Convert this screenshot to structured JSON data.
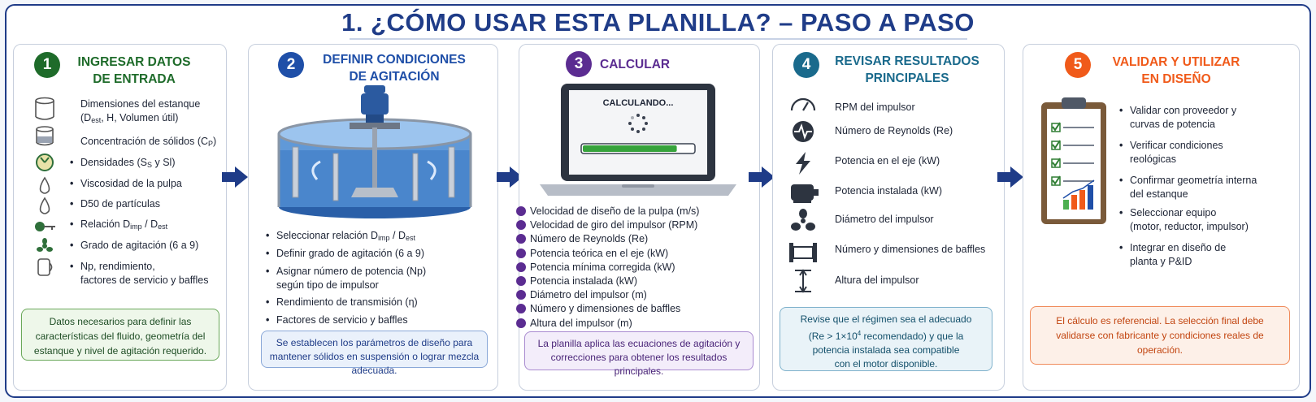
{
  "title": "1. ¿CÓMO USAR ESTA PLANILLA? – PASO A PASO",
  "colors": {
    "navy": "#1f3c88",
    "green": "#1e6b2a",
    "blue": "#1f4fa8",
    "purple": "#5b2c91",
    "teal": "#1a6a8c",
    "orange": "#f05a1a"
  },
  "steps": [
    {
      "num": "1",
      "title_l1": "INGRESAR DATOS",
      "title_l2": "DE ENTRADA",
      "items": [
        {
          "icon": "tank-dimensions-icon",
          "l1": "Dimensiones del estanque",
          "l2a": "(D",
          "l2sub": "est",
          "l2b": ", H, Volumen útil)"
        },
        {
          "icon": "tank-solids-icon",
          "text": "Concentración de sólidos (C",
          "sub": "P",
          "end": ")"
        },
        {
          "icon": "density-gauge-icon",
          "text": "Densidades (S",
          "sub": "S",
          "end": " y Sl)"
        },
        {
          "icon": "viscosity-drop-icon",
          "text": "Viscosidad de la pulpa"
        },
        {
          "icon": "particle-drop-icon",
          "text": "D50 de partículas"
        },
        {
          "icon": "ratio-key-icon",
          "text": "Relación D",
          "sub": "imp",
          "mid": " / D",
          "sub2": "est"
        },
        {
          "icon": "impeller-fan-icon",
          "text": "Grado de agitación (6 a 9)"
        },
        {
          "icon": "factors-icon",
          "l1": "Np, rendimiento,",
          "l2": "factores de servicio y baffles"
        }
      ],
      "note": "Datos necesarios para definir las características del fluido, geometría del estanque y nivel de agitación requerido."
    },
    {
      "num": "2",
      "title_l1": "DEFINIR CONDICIONES",
      "title_l2": "DE AGITACIÓN",
      "items": [
        {
          "text": "Seleccionar relación D",
          "sub": "imp",
          "mid": " / D",
          "sub2": "est"
        },
        {
          "text": "Definir grado de agitación (6 a 9)"
        },
        {
          "l1": "Asignar número de potencia (Np)",
          "l2": "según tipo de impulsor"
        },
        {
          "text": "Rendimiento de transmisión (η)"
        },
        {
          "text": "Factores de servicio y baffles"
        }
      ],
      "note": "Se establecen los parámetros de diseño para mantener sólidos en suspensión o lograr mezcla adecuada."
    },
    {
      "num": "3",
      "title": "CALCULAR",
      "screen_text": "CALCULANDO...",
      "progress": 0.85,
      "items": [
        "Velocidad de diseño de la pulpa (m/s)",
        "Velocidad de giro del impulsor (RPM)",
        "Número de Reynolds (Re)",
        "Potencia teórica en el eje (kW)",
        "Potencia mínima corregida (kW)",
        "Potencia instalada (kW)",
        "Diámetro del impulsor (m)",
        "Número y dimensiones de baffles",
        "Altura del impulsor (m)"
      ],
      "note": "La planilla aplica las ecuaciones de agitación y correcciones para obtener los resultados principales."
    },
    {
      "num": "4",
      "title_l1": "REVISAR RESULTADOS",
      "title_l2": "PRINCIPALES",
      "items": [
        {
          "icon": "speedometer-icon",
          "text": "RPM del impulsor"
        },
        {
          "icon": "pulse-icon",
          "text": "Número de Reynolds (Re)"
        },
        {
          "icon": "lightning-icon",
          "text": "Potencia en el eje (kW)"
        },
        {
          "icon": "motor-icon",
          "text": "Potencia instalada (kW)"
        },
        {
          "icon": "propeller-icon",
          "text": "Diámetro del impulsor"
        },
        {
          "icon": "baffles-icon",
          "text": "Número y dimensiones de baffles"
        },
        {
          "icon": "height-icon",
          "text": "Altura del impulsor"
        }
      ],
      "note_l1": "Revise que el régimen sea el adecuado",
      "note_l2a": "(Re > 1×10",
      "note_l2sup": "4",
      "note_l2b": " recomendado) y que la",
      "note_l3": "potencia instalada sea compatible",
      "note_l4": "con el motor disponible."
    },
    {
      "num": "5",
      "title_l1": "VALIDAR Y UTILIZAR",
      "title_l2": "EN DISEÑO",
      "items": [
        {
          "l1": "Validar con proveedor y",
          "l2": "curvas de potencia"
        },
        {
          "l1": "Verificar condiciones",
          "l2": "reológicas"
        },
        {
          "l1": "Confirmar geometría interna",
          "l2": "del estanque"
        },
        {
          "l1": "Seleccionar equipo",
          "l2": "(motor, reductor, impulsor)"
        },
        {
          "l1": "Integrar en diseño de",
          "l2": "planta y P&ID"
        }
      ],
      "note": "El cálculo es referencial. La selección final debe validarse con fabricante y condiciones reales de operación."
    }
  ]
}
